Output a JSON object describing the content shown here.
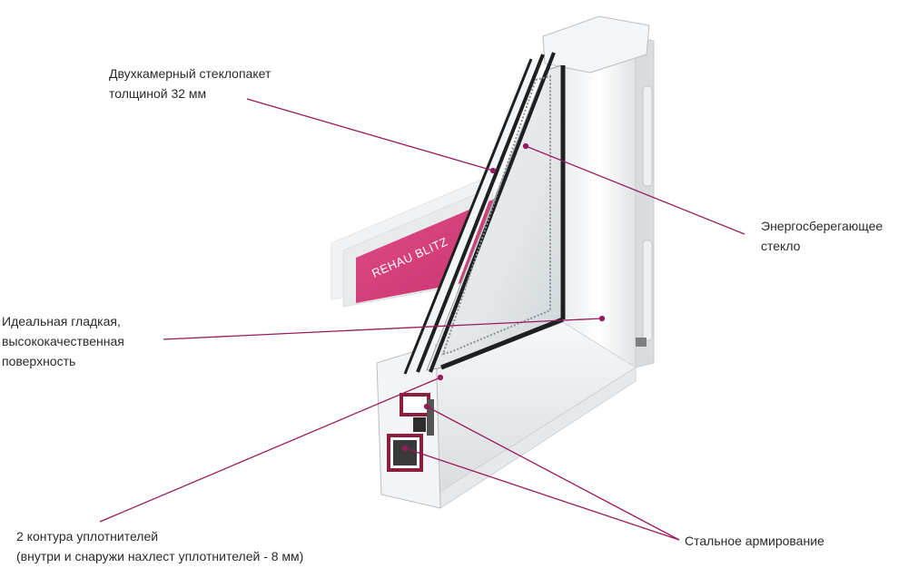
{
  "callouts": {
    "glass_unit": {
      "line1": "Двухкамерный стеклопакет",
      "line2": "толщиной 32 мм"
    },
    "energy_glass": {
      "line1": "Энергосберегающее",
      "line2": "стекло"
    },
    "surface": {
      "line1": "Идеальная гладкая,",
      "line2": "высококачественная",
      "line3": "поверхность"
    },
    "seals": {
      "line1": "2 контура уплотнителей",
      "line2": "(внутри и снаружи нахлест уплотнителей - 8 мм)"
    },
    "steel": {
      "line1": "Стальное армирование"
    }
  },
  "brand": {
    "label": "REHAU BLITZ",
    "color": "#d6427e"
  },
  "colors": {
    "callout_line": "#9b1a5a",
    "accent": "#d6427e"
  }
}
